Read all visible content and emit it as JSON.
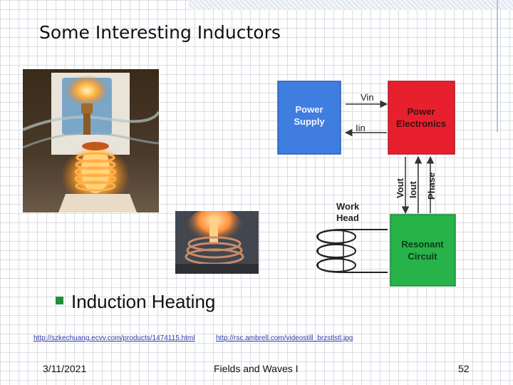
{
  "slide": {
    "title": "Some Interesting Inductors",
    "bullet": "Induction Heating",
    "links": [
      "http://szkechuang.ecvv.com/products/1474115.html",
      "http://rsc.ambrell.com/videostill_brzstlstl.jpg"
    ],
    "footer": {
      "date": "3/11/2021",
      "course": "Fields and Waves I",
      "page": "52"
    }
  },
  "diagram": {
    "blocks": {
      "power_supply": {
        "line1": "Power",
        "line2": "Supply",
        "color": "#3f7de0"
      },
      "power_electronics": {
        "line1": "Power",
        "line2": "Electronics",
        "color": "#e8202e"
      },
      "resonant_circuit": {
        "line1": "Resonant",
        "line2": "Circuit",
        "color": "#27b34a"
      }
    },
    "signals": {
      "vin": "Vin",
      "iin": "Iin",
      "vout": "Vout",
      "iout": "Iout",
      "phase": "Phase"
    },
    "work_head": {
      "line1": "Work",
      "line2": "Head"
    }
  },
  "colors": {
    "bullet": "#1f8f3a",
    "link": "#2a3aa8"
  }
}
